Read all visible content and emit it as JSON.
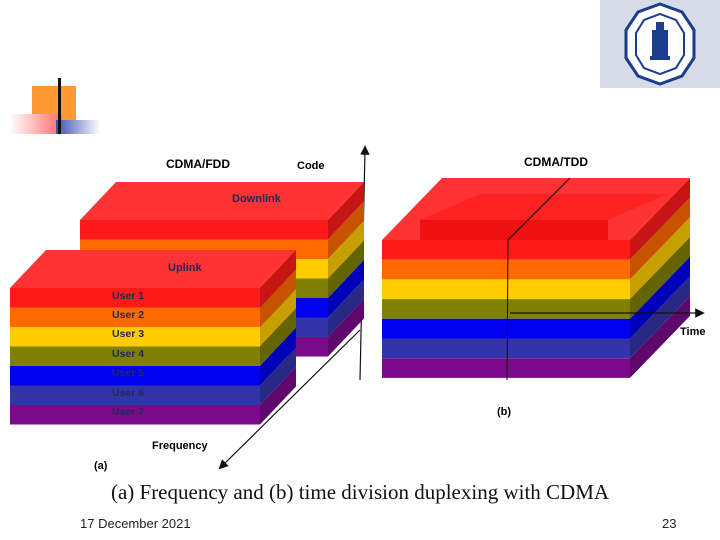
{
  "slide": {
    "caption": "(a) Frequency and  (b) time division duplexing with CDMA",
    "footer_date": "17 December 2021",
    "page_number": "23"
  },
  "logo": {
    "icon": "university-seal"
  },
  "diagram_a": {
    "title": "CDMA/FDD",
    "code_axis": "Code",
    "frequency_axis": "Frequency",
    "downlink_label": "Downlink",
    "uplink_label": "Uplink",
    "part_label": "(a)",
    "users": [
      "User 1",
      "User 2",
      "User 3",
      "User 4",
      "User 5",
      "User 6",
      "User 7"
    ]
  },
  "diagram_b": {
    "title": "CDMA/TDD",
    "time_axis": "Time",
    "part_label": "(b)"
  },
  "colors": {
    "layers": [
      "#ff1a1a",
      "#ff6a00",
      "#ffcc00",
      "#808000",
      "#0000ee",
      "#3333aa",
      "#7a0a8a"
    ],
    "top": "#ff3333",
    "accent_orange": "#ff9900",
    "accent_blue": "#3a4fb0"
  }
}
